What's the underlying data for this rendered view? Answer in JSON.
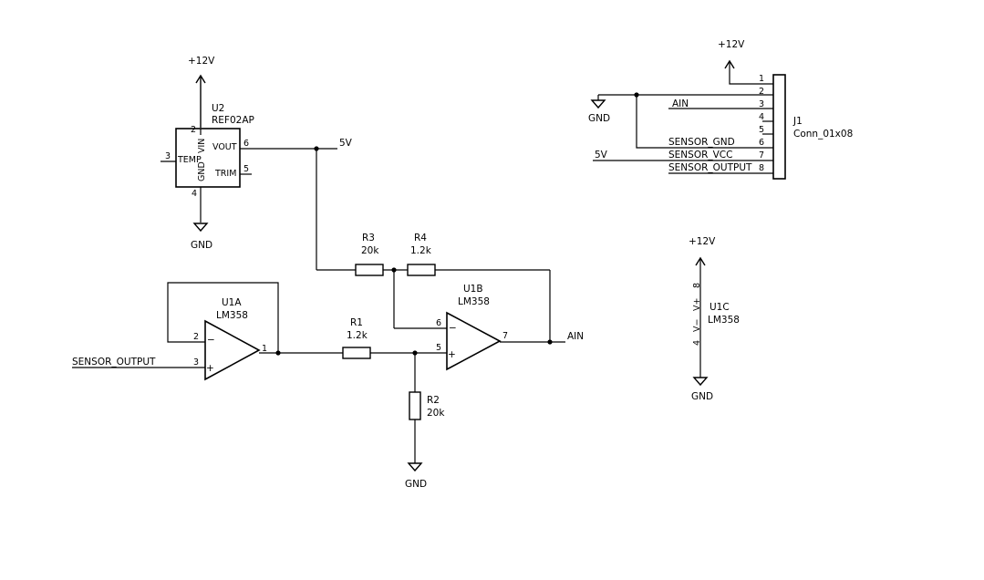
{
  "power": {
    "top_u2": "+12V",
    "top_j1": "+12V",
    "top_u1c": "+12V",
    "gnd_u2": "GND",
    "gnd_j1": "GND",
    "gnd_r2": "GND",
    "gnd_u1c": "GND"
  },
  "u2": {
    "ref": "U2",
    "value": "REF02AP",
    "pin_vin_num": "2",
    "pin_vin_name": "VIN",
    "pin_vout_num": "6",
    "pin_vout_name": "VOUT",
    "pin_temp_num": "3",
    "pin_temp_name": "TEMP",
    "pin_gnd_num": "4",
    "pin_gnd_name": "GND",
    "pin_trim_num": "5",
    "pin_trim_name": "TRIM"
  },
  "nets": {
    "five_v": "5V",
    "ain": "AIN",
    "sensor_output": "SENSOR_OUTPUT"
  },
  "r3": {
    "ref": "R3",
    "value": "20k"
  },
  "r4": {
    "ref": "R4",
    "value": "1.2k"
  },
  "r1": {
    "ref": "R1",
    "value": "1.2k"
  },
  "r2": {
    "ref": "R2",
    "value": "20k"
  },
  "u1a": {
    "ref": "U1A",
    "value": "LM358",
    "pin_minus": "2",
    "pin_plus": "3",
    "pin_out": "1",
    "minus_sign": "−",
    "plus_sign": "+"
  },
  "u1b": {
    "ref": "U1B",
    "value": "LM358",
    "pin_minus": "6",
    "pin_plus": "5",
    "pin_out": "7",
    "minus_sign": "−",
    "plus_sign": "+"
  },
  "u1c": {
    "ref": "U1C",
    "value": "LM358",
    "pin_vplus_num": "8",
    "pin_vplus_name": "V+",
    "pin_vminus_num": "4",
    "pin_vminus_name": "V−"
  },
  "j1": {
    "ref": "J1",
    "value": "Conn_01x08",
    "pins": [
      "1",
      "2",
      "3",
      "4",
      "5",
      "6",
      "7",
      "8"
    ],
    "labels": {
      "ain": "AIN",
      "five_v": "5V",
      "sensor_gnd": "SENSOR_GND",
      "sensor_vcc": "SENSOR_VCC",
      "sensor_output": "SENSOR_OUTPUT"
    }
  }
}
